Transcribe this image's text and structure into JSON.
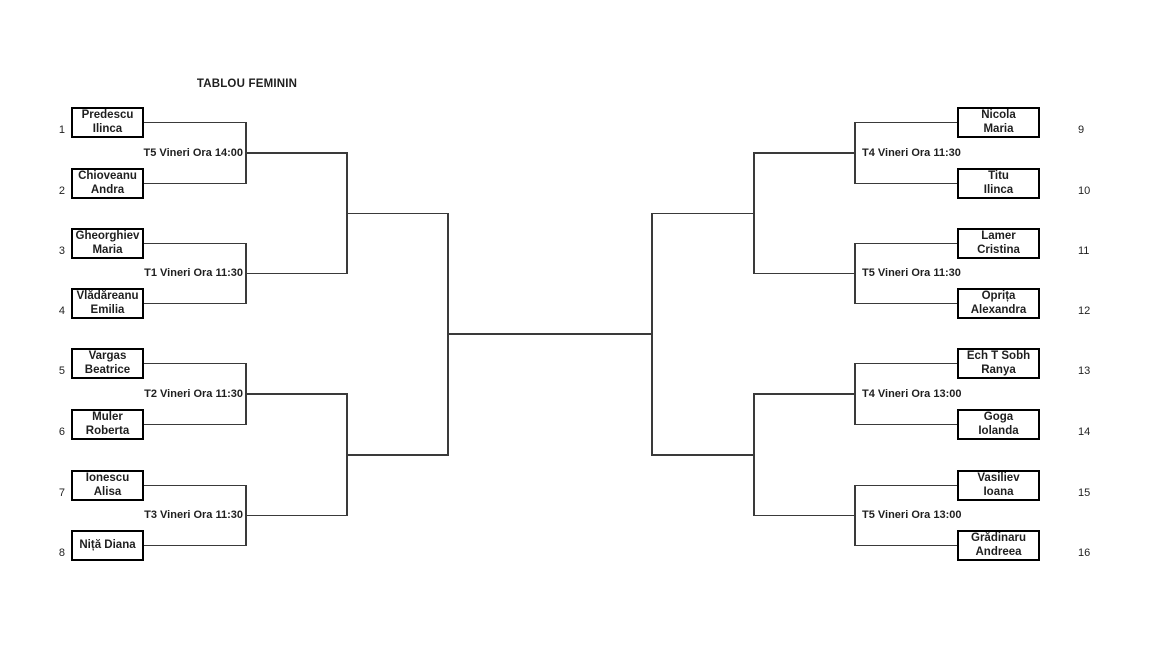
{
  "title": "TABLOU FEMININ",
  "colors": {
    "background": "#ffffff",
    "box_border": "#000000",
    "connector_line": "#3a3a3a",
    "text": "#1f1f1f"
  },
  "bracket": {
    "left": {
      "players": [
        {
          "seed": "1",
          "lines": [
            "Predescu",
            "Ilinca"
          ]
        },
        {
          "seed": "2",
          "lines": [
            "Chioveanu",
            "Andra"
          ]
        },
        {
          "seed": "3",
          "lines": [
            "Gheorghiev",
            "Maria"
          ]
        },
        {
          "seed": "4",
          "lines": [
            "Vlădăreanu",
            "Emilia"
          ]
        },
        {
          "seed": "5",
          "lines": [
            "Vargas",
            "Beatrice"
          ]
        },
        {
          "seed": "6",
          "lines": [
            "Muler",
            "Roberta"
          ]
        },
        {
          "seed": "7",
          "lines": [
            "Ionescu",
            "Alisa"
          ]
        },
        {
          "seed": "8",
          "lines": [
            "Niță Diana"
          ]
        }
      ],
      "matches": [
        "T5 Vineri Ora 14:00",
        "T1 Vineri Ora 11:30",
        "T2 Vineri Ora 11:30",
        "T3 Vineri Ora 11:30"
      ]
    },
    "right": {
      "players": [
        {
          "seed": "9",
          "lines": [
            "Nicola",
            "Maria"
          ]
        },
        {
          "seed": "10",
          "lines": [
            "Titu",
            "Ilinca"
          ]
        },
        {
          "seed": "11",
          "lines": [
            "Lamer",
            "Cristina"
          ]
        },
        {
          "seed": "12",
          "lines": [
            "Oprița",
            "Alexandra"
          ]
        },
        {
          "seed": "13",
          "lines": [
            "Ech T Sobh",
            "Ranya"
          ]
        },
        {
          "seed": "14",
          "lines": [
            "Goga",
            "Iolanda"
          ]
        },
        {
          "seed": "15",
          "lines": [
            "Vasiliev",
            "Ioana"
          ]
        },
        {
          "seed": "16",
          "lines": [
            "Grădinaru",
            "Andreea"
          ]
        }
      ],
      "matches": [
        "T4 Vineri Ora 11:30",
        "T5 Vineri Ora 11:30",
        "T4 Vineri Ora 13:00",
        "T5 Vineri Ora 13:00"
      ]
    }
  }
}
